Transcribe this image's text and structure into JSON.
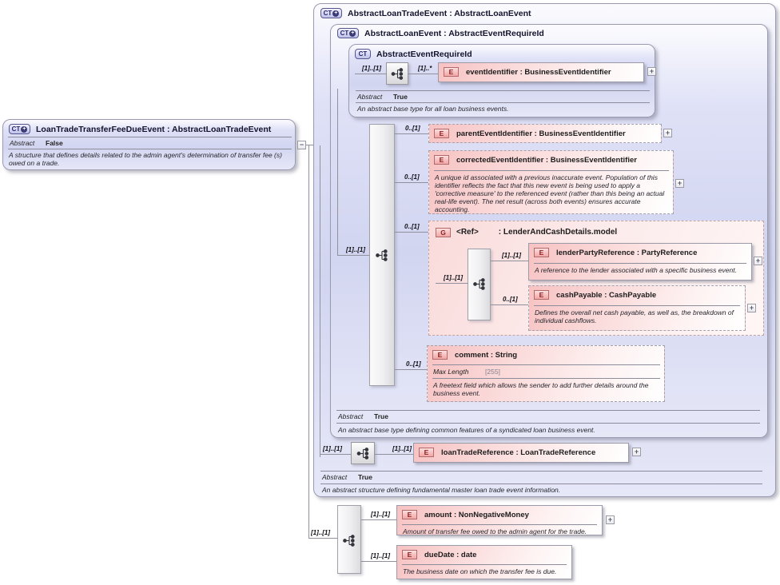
{
  "colors": {
    "container_fill": "#d5d7f2",
    "element_fill": "#f6bcbc",
    "group_fill": "#fbe4e4",
    "border_gray": "#9a9ab0",
    "badge_purple_border": "#55558f",
    "badge_pink_border": "#b26a6a"
  },
  "symbols": {
    "plus": "+",
    "minus": "−",
    "ct": "CT",
    "e": "E",
    "g": "G"
  },
  "left_box": {
    "title": "LoanTradeTransferFeeDueEvent : AbstractLoanTradeEvent",
    "abstract_label": "Abstract",
    "abstract_value": "False",
    "description": "A structure that defines details related to the admin agent's determination of transfer fee (s) owed on a trade."
  },
  "outer_box": {
    "title": "AbstractLoanTradeEvent : AbstractLoanEvent",
    "abstract_label": "Abstract",
    "abstract_value": "True",
    "description": "An abstract structure defining fundamental master loan trade event information.",
    "loan_trade_reference": {
      "card_left": "[1]..[1]",
      "card_right": "[1]..[1]",
      "label": "loanTradeReference : LoanTradeReference"
    }
  },
  "inner_box": {
    "title": "AbstractLoanEvent : AbstractEventRequireId",
    "seq_card": "[1]..[1]",
    "abstract_label": "Abstract",
    "abstract_value": "True",
    "description": "An abstract base type defining common features of a syndicated loan business event."
  },
  "require_id_box": {
    "title": "AbstractEventRequireId",
    "card_left": "[1]..[1]",
    "card_right": "[1]..*",
    "event_identifier_label": "eventIdentifier : BusinessEventIdentifier",
    "abstract_label": "Abstract",
    "abstract_value": "True",
    "description": "An abstract base type for all loan business events."
  },
  "parent_event_identifier": {
    "card": "0..[1]",
    "label": "parentEventIdentifier : BusinessEventIdentifier"
  },
  "corrected_event_identifier": {
    "card": "0..[1]",
    "label": "correctedEventIdentifier : BusinessEventIdentifier",
    "description": "A unique id associated with a previous inaccurate event. Population of this identifier reflects the fact that this new event is being used to apply a 'corrective measure' to the referenced event (rather than this being an actual real-life event). The net result (across both events) ensures accurate accounting."
  },
  "lender_group": {
    "card": "0..[1]",
    "ref_label": "<Ref>",
    "type_label": ": LenderAndCashDetails.model",
    "seq_card": "[1]..[1]"
  },
  "lender_party_reference": {
    "card": "[1]..[1]",
    "label": "lenderPartyReference : PartyReference",
    "description": "A reference to the lender associated with a specific business event."
  },
  "cash_payable": {
    "card": "0..[1]",
    "label": "cashPayable : CashPayable",
    "description": "Defines the overall net cash payable, as well as, the breakdown of individual cashflows."
  },
  "comment": {
    "card": "0..[1]",
    "label": "comment : String",
    "max_length_label": "Max Length",
    "max_length_value": "[255]",
    "description": "A freetext field which allows the sender to add further details around the business event."
  },
  "local_content": {
    "seq_card": "[1]..[1]",
    "amount": {
      "card": "[1]..[1]",
      "label": "amount : NonNegativeMoney",
      "description": "Amount of transfer fee owed to the admin agent for the trade."
    },
    "due_date": {
      "card": "[1]..[1]",
      "label": "dueDate : date",
      "description": "The business date on which the transfer fee is due."
    }
  }
}
